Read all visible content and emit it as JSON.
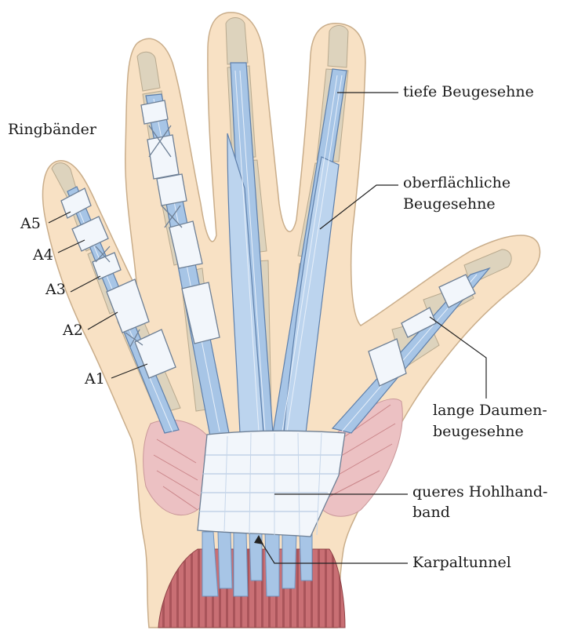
{
  "labels": {
    "ringbaender": "Ringbänder",
    "a5": "A5",
    "a4": "A4",
    "a3": "A3",
    "a2": "A2",
    "a1": "A1",
    "tiefe": "tiefe Beugesehne",
    "oberflaechlich_1": "oberflächliche",
    "oberflaechlich_2": "Beugesehne",
    "daumen_1": "lange Daumen-",
    "daumen_2": "beugesehne",
    "queres_1": "queres Hohlhand-",
    "queres_2": "band",
    "karpal": "Karpaltunnel"
  },
  "colors": {
    "skin": "#f8e1c4",
    "bone": "#ddd3bd",
    "tendon": "#a7c5e6",
    "ligament": "#f2f6fb",
    "muscle": "#c96f74",
    "line": "#222222"
  }
}
